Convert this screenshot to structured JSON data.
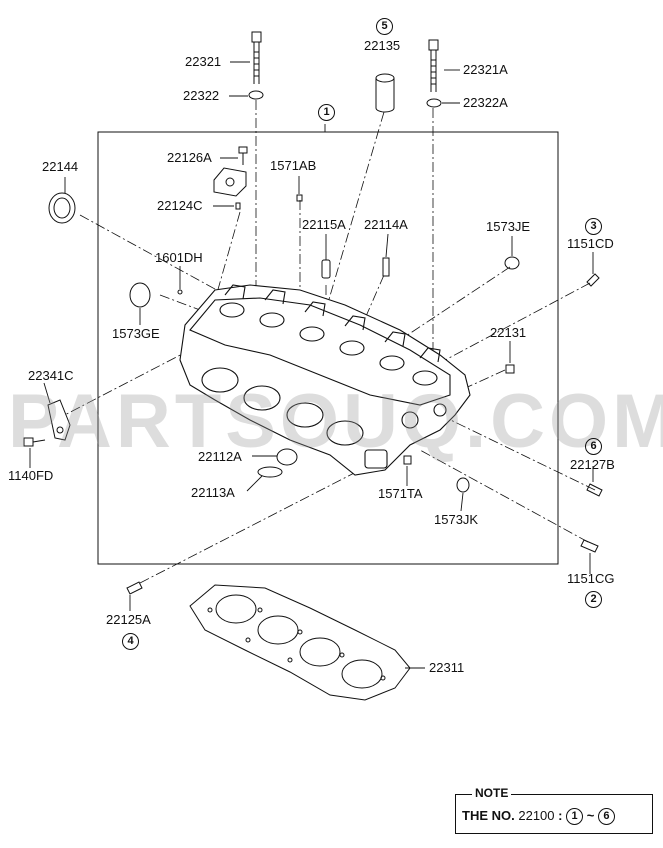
{
  "labels": {
    "p22321": "22321",
    "p22322": "22322",
    "p22135": "22135",
    "p22321A": "22321A",
    "p22322A": "22322A",
    "p22144": "22144",
    "p22126A": "22126A",
    "p22124C": "22124C",
    "p1571AB": "1571AB",
    "p22115A": "22115A",
    "p22114A": "22114A",
    "p1573JE": "1573JE",
    "p1151CD": "1151CD",
    "p1601DH": "1601DH",
    "p1573GE": "1573GE",
    "p22131": "22131",
    "p22341C": "22341C",
    "p1140FD": "1140FD",
    "p22127B": "22127B",
    "p22112A": "22112A",
    "p22113A": "22113A",
    "p1571TA": "1571TA",
    "p1573JK": "1573JK",
    "p1151CG": "1151CG",
    "p22125A": "22125A",
    "p22311": "22311"
  },
  "callouts": {
    "c1": "1",
    "c2": "2",
    "c3": "3",
    "c4": "4",
    "c5": "5",
    "c6": "6"
  },
  "watermark": "PARTSOUQ.COM",
  "note": {
    "title": "NOTE",
    "prefix": "THE NO.",
    "number": "22100",
    "colon": ":",
    "range_start": "1",
    "tilde": "~",
    "range_end": "6"
  }
}
